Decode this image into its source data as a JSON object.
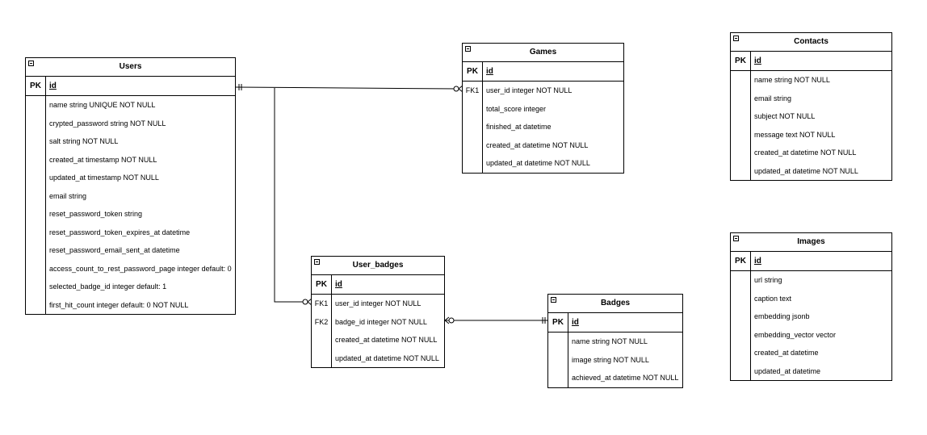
{
  "entities": {
    "users": {
      "title": "Users",
      "pk_label": "PK",
      "pk_field": "id",
      "keys": [
        "",
        "",
        "",
        "",
        "",
        "",
        "",
        "",
        "",
        "",
        "",
        ""
      ],
      "fields": [
        "name string UNIQUE NOT NULL",
        "crypted_password string NOT NULL",
        "salt string NOT NULL",
        "created_at timestamp NOT NULL",
        "updated_at timestamp NOT NULL",
        "email string",
        "reset_password_token string",
        "reset_password_token_expires_at datetime",
        "reset_password_email_sent_at datetime",
        "access_count_to_rest_password_page integer default: 0",
        "selected_badge_id integer default: 1",
        "first_hit_count integer default: 0 NOT NULL"
      ]
    },
    "games": {
      "title": "Games",
      "pk_label": "PK",
      "pk_field": "id",
      "keys": [
        "FK1",
        "",
        "",
        "",
        ""
      ],
      "fields": [
        "user_id integer NOT NULL",
        "total_score integer",
        "finished_at datetime",
        "created_at datetime NOT NULL",
        "updated_at datetime NOT NULL"
      ]
    },
    "contacts": {
      "title": "Contacts",
      "pk_label": "PK",
      "pk_field": "id",
      "keys": [
        "",
        "",
        "",
        "",
        "",
        ""
      ],
      "fields": [
        "name string NOT NULL",
        "email string",
        "subject NOT NULL",
        "message text NOT NULL",
        "created_at datetime NOT NULL",
        "updated_at datetime NOT NULL"
      ]
    },
    "user_badges": {
      "title": "User_badges",
      "pk_label": "PK",
      "pk_field": "id",
      "keys": [
        "FK1",
        "FK2",
        "",
        ""
      ],
      "fields": [
        "user_id integer NOT NULL",
        "badge_id integer NOT NULL",
        "created_at datetime NOT NULL",
        "updated_at datetime NOT NULL"
      ]
    },
    "badges": {
      "title": "Badges",
      "pk_label": "PK",
      "pk_field": "id",
      "keys": [
        "",
        "",
        ""
      ],
      "fields": [
        "name string NOT NULL",
        "image string NOT NULL",
        "achieved_at datetime NOT NULL"
      ]
    },
    "images": {
      "title": "Images",
      "pk_label": "PK",
      "pk_field": "id",
      "keys": [
        "",
        "",
        "",
        "",
        "",
        ""
      ],
      "fields": [
        "url string",
        "caption text",
        "embedding jsonb",
        "embedding_vector vector",
        "created_at datetime",
        "updated_at datetime"
      ]
    }
  },
  "relationships": [
    {
      "from": "users",
      "to": "games",
      "from_card": "one-mandatory",
      "to_card": "zero-or-many"
    },
    {
      "from": "users",
      "to": "user_badges",
      "from_card": "one-mandatory",
      "to_card": "zero-or-many"
    },
    {
      "from": "badges",
      "to": "user_badges",
      "from_card": "one-mandatory",
      "to_card": "zero-or-many"
    }
  ]
}
